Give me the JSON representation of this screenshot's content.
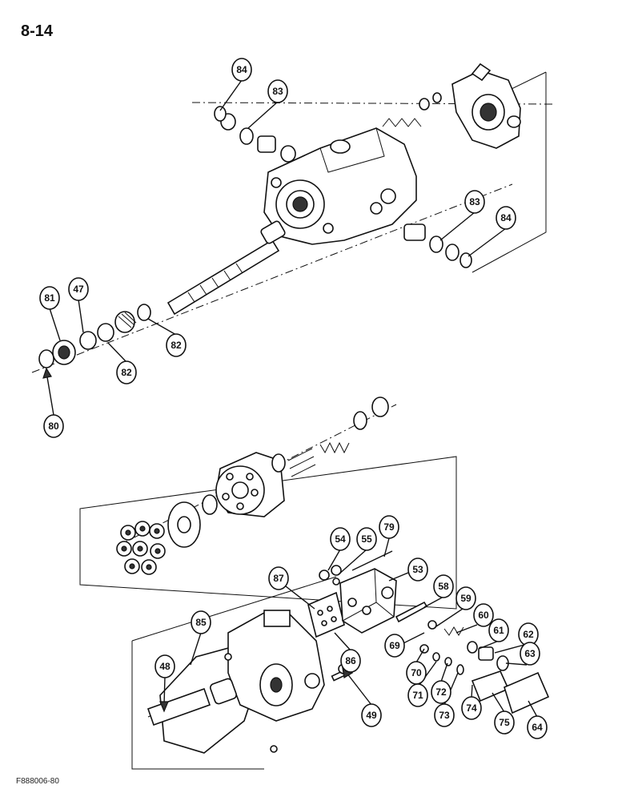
{
  "page_number": "8-14",
  "figure_code": "F888006-80",
  "colors": {
    "ink": "#111111",
    "paper": "#ffffff"
  },
  "callouts": {
    "c84a": "84",
    "c83a": "83",
    "c83b": "83",
    "c84b": "84",
    "c81": "81",
    "c47": "47",
    "c82a": "82",
    "c82b": "82",
    "c80": "80",
    "c79": "79",
    "c54": "54",
    "c55": "55",
    "c53": "53",
    "c87": "87",
    "c58": "58",
    "c59": "59",
    "c60": "60",
    "c61": "61",
    "c62": "62",
    "c63": "63",
    "c85": "85",
    "c69": "69",
    "c86": "86",
    "c70": "70",
    "c71": "71",
    "c72": "72",
    "c73": "73",
    "c74": "74",
    "c75": "75",
    "c64": "64",
    "c48": "48",
    "c49": "49"
  }
}
